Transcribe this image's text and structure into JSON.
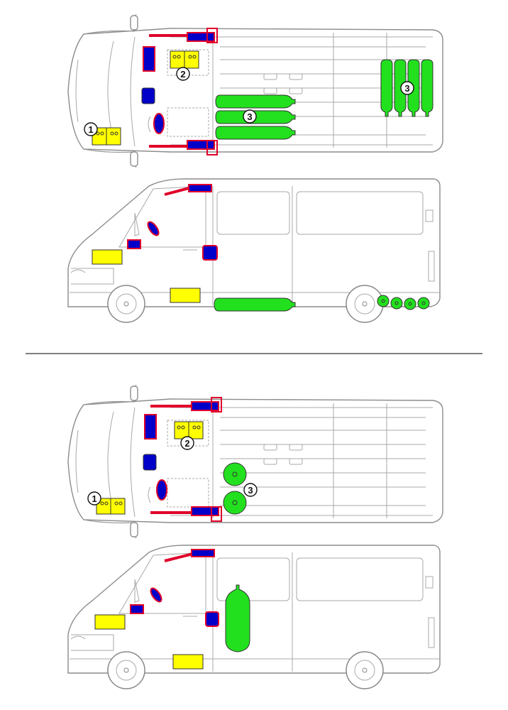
{
  "callouts": {
    "battery": "1",
    "aux_battery": "2",
    "tanks": "3"
  },
  "colors": {
    "battery": "#ffff00",
    "tank": "#22e01e",
    "component": "#0000c8",
    "highlight": "#e0002a",
    "outline": "#8c8c8c"
  }
}
